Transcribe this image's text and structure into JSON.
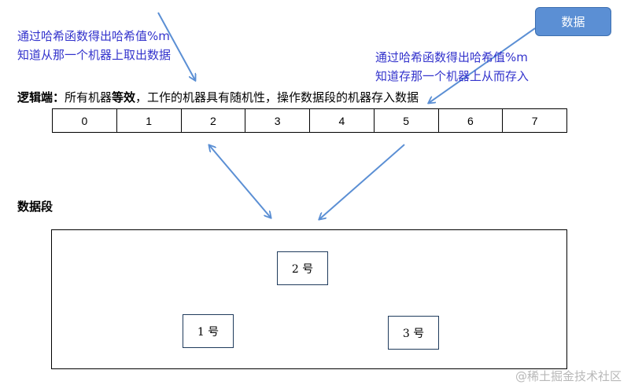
{
  "data_button": "数据",
  "lookup_note": {
    "line1": "通过哈希函数得出哈希值%m",
    "line2": "知道从那一个机器上取出数据"
  },
  "store_note": {
    "line1": "通过哈希函数得出哈希值%m",
    "line2": "知道存那一个机器上从而存入"
  },
  "logic": {
    "label": "逻辑端：",
    "text_a": "所有机器",
    "text_bold": "等效",
    "text_b": "，工作的机器具有随机性，操作数据段的机器存入数据"
  },
  "slots": [
    "0",
    "1",
    "2",
    "3",
    "4",
    "5",
    "6",
    "7"
  ],
  "segment_title": "数据段",
  "nodes": [
    "2 号",
    "1 号",
    "3 号"
  ],
  "watermark": "@稀土掘金技术社区",
  "colors": {
    "arrow": "#5b8fd4",
    "note_text": "#3333cc",
    "button_fill": "#5b8fd4"
  }
}
